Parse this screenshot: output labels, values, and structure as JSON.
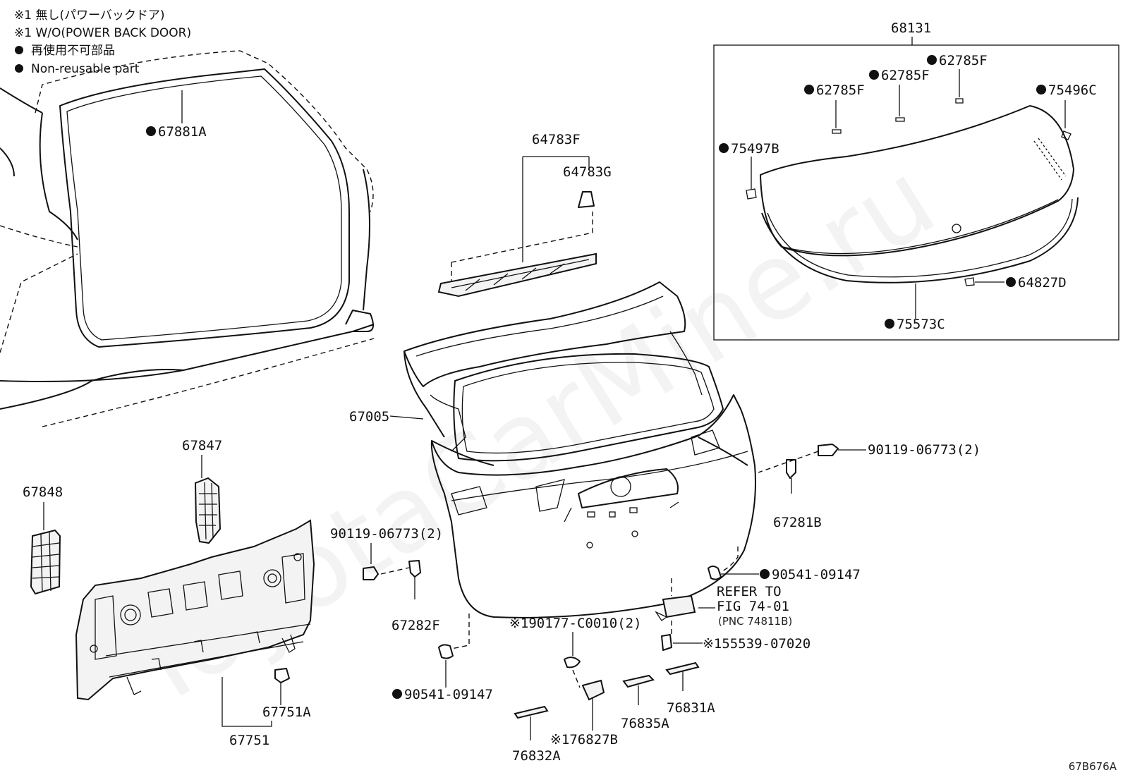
{
  "notes": {
    "line1": "※1 無し(パワーバックドア)",
    "line2": "※1 W/O(POWER BACK DOOR)",
    "line3": "再使用不可部品",
    "line4": "Non-reusable part"
  },
  "watermark": "ToyotaCarMine.ru",
  "figure_code": "67B676A",
  "refer": {
    "line1": "REFER TO",
    "line2": "FIG 74-01",
    "line3": "(PNC 74811B)"
  },
  "parts": {
    "p67881A": "67881A",
    "p64783F": "64783F",
    "p64783G": "64783G",
    "p68131": "68131",
    "p62785F_a": "62785F",
    "p62785F_b": "62785F",
    "p62785F_c": "62785F",
    "p75496C": "75496C",
    "p75497B": "75497B",
    "p64827D": "64827D",
    "p75573C": "75573C",
    "p67005": "67005",
    "p67847": "67847",
    "p67848": "67848",
    "p90119_right": "90119-06773(2)",
    "p90119_left": "90119-06773(2)",
    "p67281B": "67281B",
    "p90541_right": "90541-09147",
    "p67282F": "67282F",
    "p90177": "※190177-C0010(2)",
    "p155539": "※155539-07020",
    "p90541_left": "90541-09147",
    "p67751A": "67751A",
    "p67751": "67751",
    "p76835A": "76835A",
    "p76831A": "76831A",
    "p176827B": "※176827B",
    "p76832A": "76832A"
  }
}
